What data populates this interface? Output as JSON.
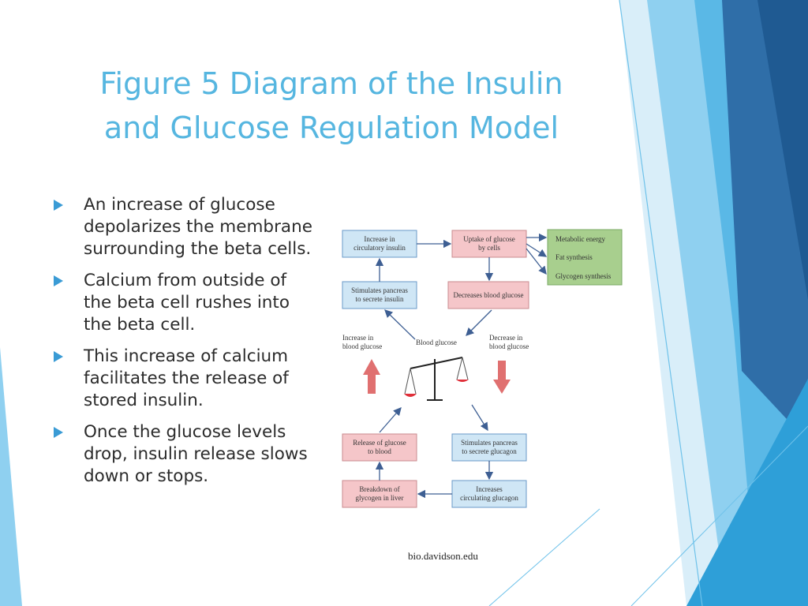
{
  "slide": {
    "title_lines": [
      "Figure 5 Diagram of the Insulin",
      "and Glucose Regulation Model"
    ],
    "bullets": [
      "An increase of glucose depolarizes the membrane surrounding the beta cells.",
      "Calcium from outside of the beta cell rushes into the beta cell.",
      "This increase of calcium facilitates the release of stored insulin.",
      "Once the glucose levels drop, insulin release slows down or stops."
    ],
    "source": "bio.davidson.edu"
  },
  "diagram": {
    "boxes": {
      "increase_insulin": [
        "Increase in",
        "circulatory insulin"
      ],
      "uptake_glucose": [
        "Uptake of glucose",
        "by cells"
      ],
      "stimulates_insulin": [
        "Stimulates pancreas",
        "to secrete insulin"
      ],
      "decreases_glucose": [
        "Decreases blood glucose"
      ],
      "release_glucose": [
        "Release of glucose",
        "to blood"
      ],
      "stimulates_glucagon": [
        "Stimulates pancreas",
        "to secrete glucagon"
      ],
      "breakdown_glycogen": [
        "Breakdown of",
        "glycogen in liver"
      ],
      "increases_glucagon": [
        "Increases",
        "circulating glucagon"
      ]
    },
    "outcomes": [
      "Metabolic energy",
      "Fat synthesis",
      "Glycogen synthesis"
    ],
    "labels": {
      "increase_blood": [
        "Increase in",
        "blood glucose"
      ],
      "decrease_blood": [
        "Decrease in",
        "blood glucose"
      ],
      "blood_glucose": "Blood glucose"
    }
  },
  "colors": {
    "title": "#56b6e0",
    "blue_box_fill": "#cfe6f5",
    "pink_box_fill": "#f5c6c9",
    "green_box_fill": "#a8cf8e",
    "arrow": "#3e5f93",
    "red_arrow": "#e07070"
  }
}
